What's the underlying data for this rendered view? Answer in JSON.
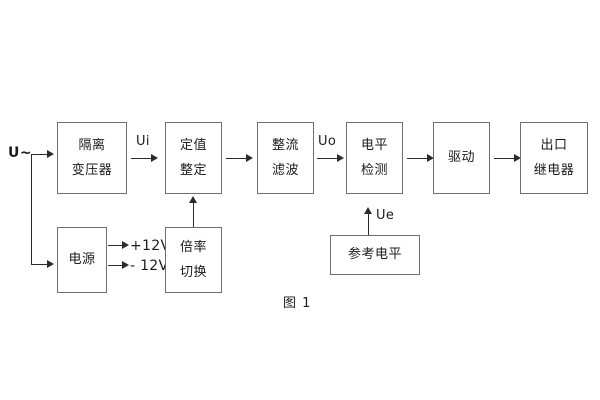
{
  "figure": {
    "caption": "图 1",
    "background_color": "#ffffff",
    "line_color": "#2b2b2b",
    "box_border_color": "#6f6f6f",
    "text_color": "#1b1b1b"
  },
  "blocks": {
    "isolation_transformer": {
      "line1": "隔离",
      "line2": "变压器"
    },
    "setting_value": {
      "line1": "定值",
      "line2": "整定"
    },
    "rectify_filter": {
      "line1": "整流",
      "line2": "滤波"
    },
    "level_detect": {
      "line1": "电平",
      "line2": "检测"
    },
    "driver": {
      "line1": "驱动"
    },
    "output_relay": {
      "line1": "出口",
      "line2": "继电器"
    },
    "power_supply": {
      "line1": "电源"
    },
    "multiplier_switch": {
      "line1": "倍率",
      "line2": "切换"
    },
    "reference_level": {
      "line1": "参考电平"
    }
  },
  "labels": {
    "input_supply": "U~",
    "signal_ui": "Ui",
    "signal_uo": "Uo",
    "signal_ue": "Ue",
    "rail_positive": "+12V",
    "rail_negative": "- 12V"
  },
  "icons": {
    "arrow_right": "arrow-right-icon",
    "arrow_up": "arrow-up-icon"
  }
}
